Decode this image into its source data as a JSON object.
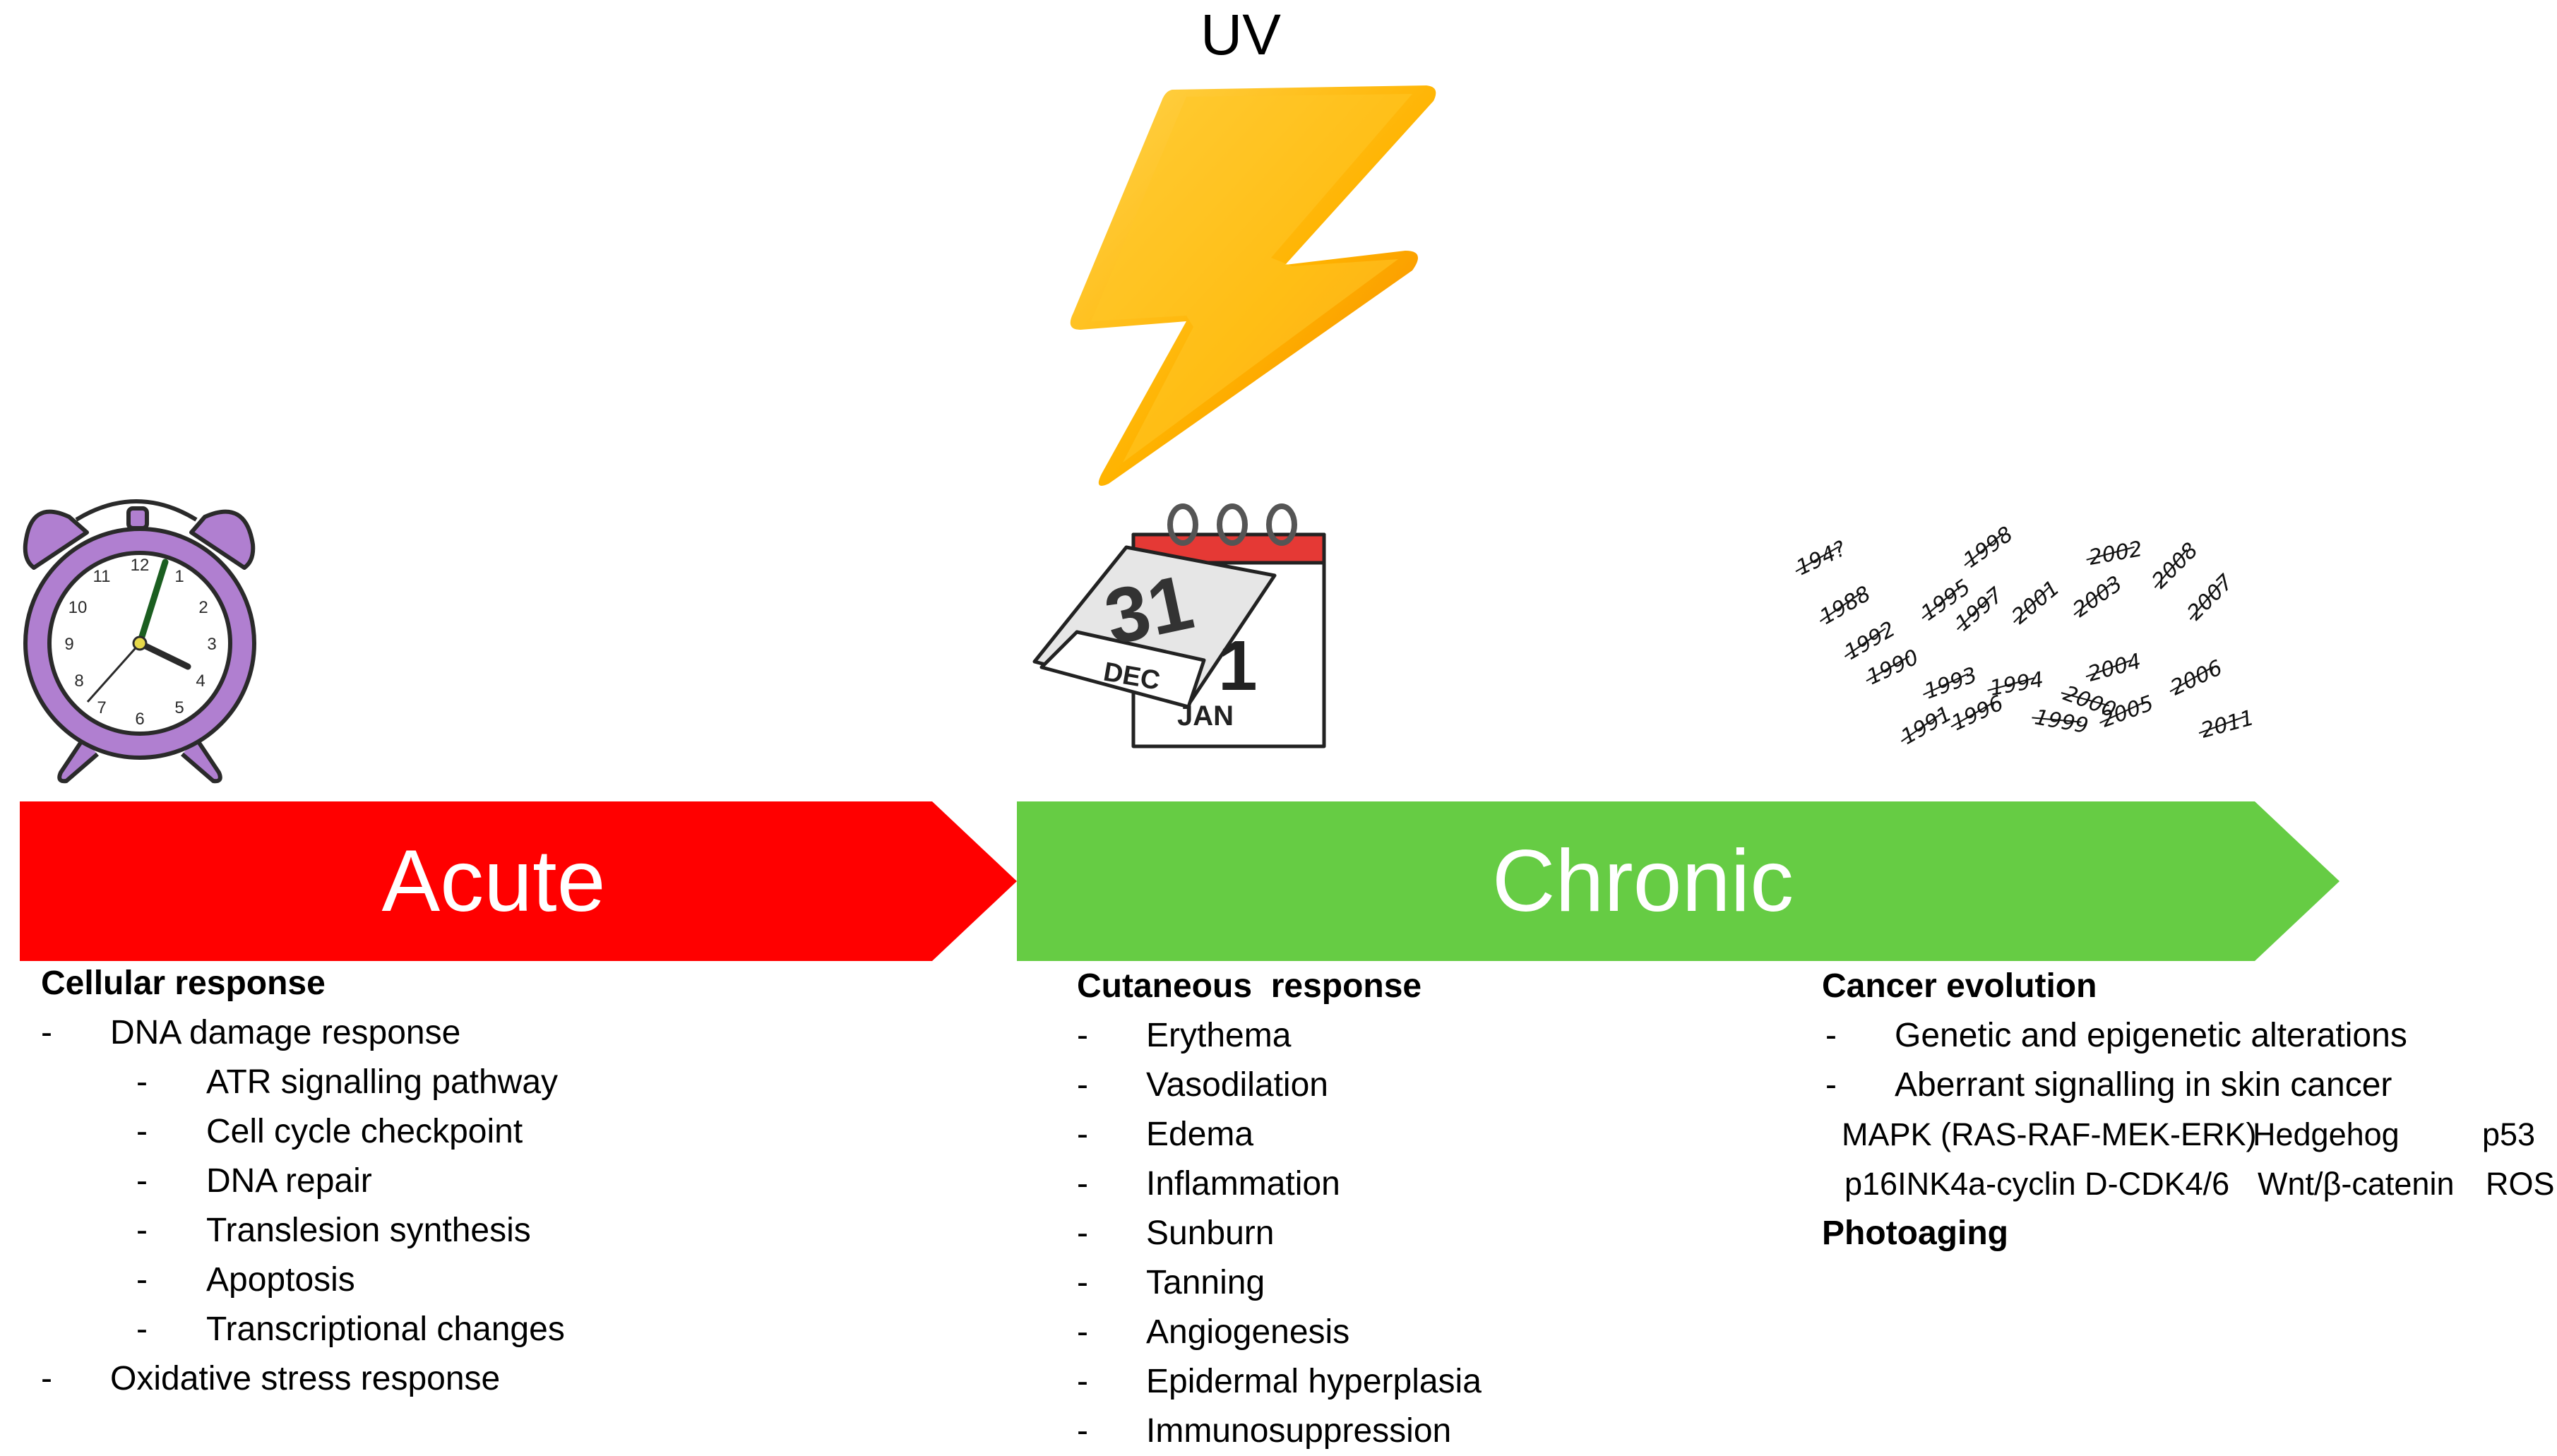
{
  "title": "UV",
  "banners": {
    "acute": "Acute",
    "chronic": "Chronic",
    "acute_color": "#FF0000",
    "chronic_color": "#66CC44"
  },
  "acute": {
    "heading": "Cellular response",
    "items": [
      "DNA damage response",
      "ATR signalling pathway",
      "Cell cycle checkpoint",
      "DNA repair",
      "Translesion synthesis",
      "Apoptosis",
      "Transcriptional changes",
      "Oxidative stress response"
    ]
  },
  "chronic": {
    "heading": "Cutaneous  response",
    "items": [
      "Erythema",
      "Vasodilation",
      "Edema",
      "Inflammation",
      "Sunburn",
      "Tanning",
      "Angiogenesis",
      "Epidermal hyperplasia",
      "Immunosuppression"
    ]
  },
  "cancer": {
    "heading": "Cancer evolution",
    "items": [
      "Genetic and epigenetic alterations",
      "Aberrant signalling in skin cancer"
    ],
    "pathways_row1": [
      "MAPK (RAS-RAF-MEK-ERK)",
      "Hedgehog",
      "p53"
    ],
    "pathways_row2": [
      "p16INK4a-cyclin D-CDK4/6",
      "Wnt/β-catenin",
      "ROS"
    ],
    "photoaging": "Photoaging"
  },
  "calendar": {
    "old_day": "31",
    "old_month": "DEC",
    "new_day": "1",
    "new_month": "JAN"
  },
  "years": [
    "194?",
    "1988",
    "1998",
    "2002",
    "1992",
    "1995",
    "1997",
    "2001",
    "2003",
    "2008",
    "1990",
    "1993",
    "1994",
    "2004",
    "2007",
    "1996",
    "1999",
    "2000",
    "2005",
    "2006",
    "1991",
    "2011"
  ],
  "colors": {
    "clock": "#B07FD0",
    "lightning": "#FFB300",
    "calendar_red": "#E53935"
  }
}
